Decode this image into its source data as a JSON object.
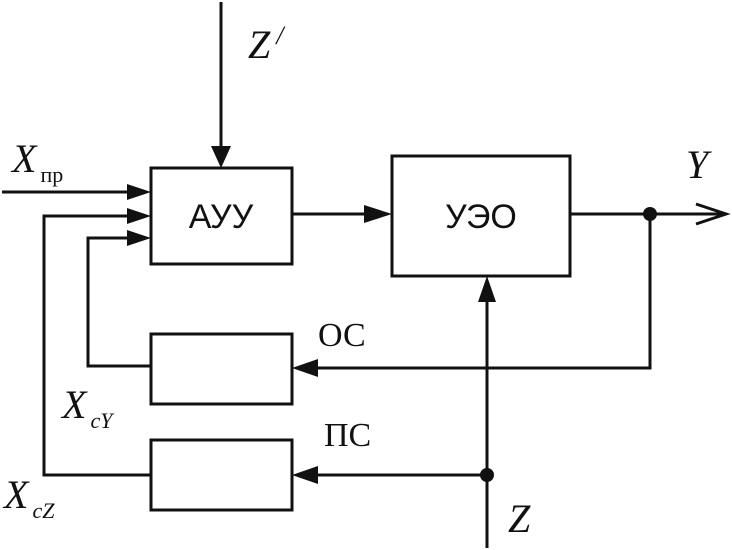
{
  "blocks": {
    "controller": "АУУ",
    "plant": "УЭО",
    "feedback": "",
    "feedforward": ""
  },
  "labels": {
    "x_setpoint": {
      "main": "X",
      "sub": "пр"
    },
    "disturbance_ctrl": {
      "main": "Z",
      "sup": "/"
    },
    "output": "Y",
    "disturbance": "Z",
    "feedback_link": "ОС",
    "feedforward_link": "ПС",
    "x_feedback_y": {
      "main": "X",
      "sub": "cY"
    },
    "x_feedback_z": {
      "main": "X",
      "sub": "cZ"
    }
  },
  "colors": {
    "line": "#111111",
    "background": "#ffffff"
  }
}
